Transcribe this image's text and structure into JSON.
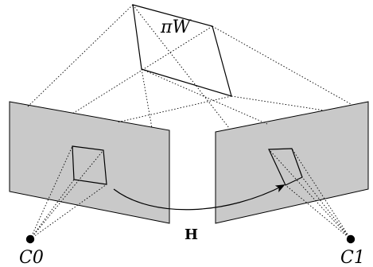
{
  "diagram": {
    "world_plane_label": "πW",
    "homography_label": "H",
    "camera_left_label": "C0",
    "camera_right_label": "C1",
    "colors": {
      "image_plane_fill": "#c9c9c9",
      "stroke": "#000000",
      "background": "#ffffff"
    }
  }
}
